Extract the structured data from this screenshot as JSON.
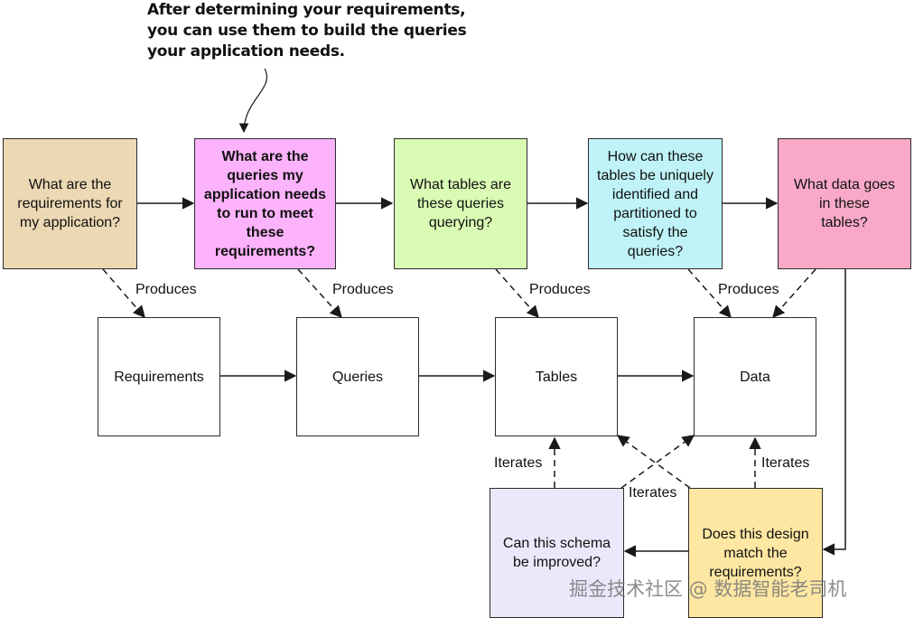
{
  "callout": {
    "lines": [
      "After determining your requirements,",
      "you can use them to build the queries",
      "your application needs."
    ]
  },
  "questions": {
    "q1": {
      "lines": [
        "What are the",
        "requirements for",
        "my application?"
      ],
      "color": "#ecd8b3"
    },
    "q2": {
      "lines": [
        "What are the",
        "queries my",
        "application needs",
        "to run to meet",
        "these",
        "requirements?"
      ],
      "color": "#fdb3fb"
    },
    "q3": {
      "lines": [
        "What tables are",
        "these queries",
        "querying?"
      ],
      "color": "#d9fbb3"
    },
    "q4": {
      "lines": [
        "How can these",
        "tables be uniquely",
        "identified and",
        "partitioned to",
        "satisfy the",
        "queries?"
      ],
      "color": "#bff3f7"
    },
    "q5": {
      "lines": [
        "What data goes",
        "in these",
        "tables?"
      ],
      "color": "#f9a9c7"
    }
  },
  "artifacts": {
    "requirements": "Requirements",
    "queries": "Queries",
    "tables": "Tables",
    "data": "Data"
  },
  "review": {
    "improve": {
      "lines": [
        "Can this schema",
        "be improved?"
      ],
      "color": "#e9e9fb"
    },
    "match": {
      "lines": [
        "Does this design",
        "match the",
        "requirements?"
      ],
      "color": "#fde7a2"
    }
  },
  "edge_labels": {
    "produces": "Produces",
    "iterates": "Iterates"
  },
  "watermark": "掘金技术社区 @ 数据智能老司机"
}
